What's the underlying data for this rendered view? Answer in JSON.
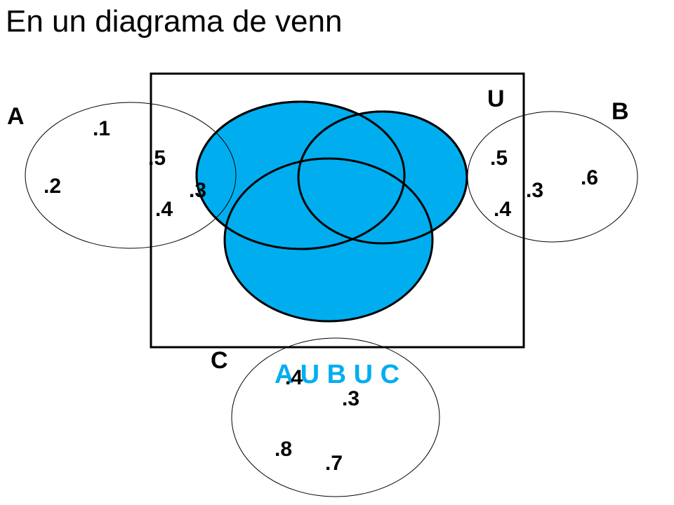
{
  "title": "En un diagrama de venn",
  "universe_label": "U",
  "union_label": "A U B U C",
  "colors": {
    "fill": "#00AEEF",
    "union_text": "#00AEEF",
    "stroke": "#000000"
  },
  "sets": {
    "A": {
      "label": "A",
      "elements": [
        ".1",
        ".2",
        ".5",
        ".4",
        ".3"
      ]
    },
    "B": {
      "label": "B",
      "elements": [
        ".5",
        ".6",
        ".3",
        ".4"
      ]
    },
    "C": {
      "label": "C",
      "elements": [
        ".4",
        ".3",
        ".8",
        ".7"
      ]
    }
  }
}
